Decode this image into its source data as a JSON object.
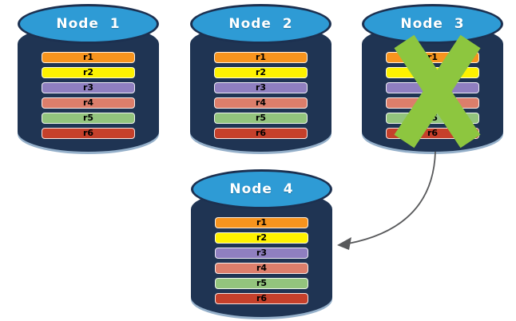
{
  "diagram": {
    "title": "replicated-database-nodes-diagram",
    "colors": {
      "background": "#ffffff",
      "cylinder_body": "#1F3453",
      "cylinder_top": "#2E9BD5",
      "cylinder_border": "#1C3050",
      "title_text": "#ffffff",
      "row_text": "#000000",
      "x_mark": "#8DC63F",
      "arrow": "#58595B"
    },
    "rows": [
      {
        "label": "r1",
        "color": "#F7941E"
      },
      {
        "label": "r2",
        "color": "#FEF200"
      },
      {
        "label": "r3",
        "color": "#8F7FC0"
      },
      {
        "label": "r4",
        "color": "#DC7E6B"
      },
      {
        "label": "r5",
        "color": "#93C47D"
      },
      {
        "label": "r6",
        "color": "#C5402B"
      }
    ],
    "nodes": [
      {
        "id": "node-1",
        "title": "Node  1",
        "failed": false
      },
      {
        "id": "node-2",
        "title": "Node  2",
        "failed": false
      },
      {
        "id": "node-3",
        "title": "Node  3",
        "failed": true
      },
      {
        "id": "node-4",
        "title": "Node  4",
        "failed": false
      }
    ],
    "arrow": {
      "from": "node-3",
      "to": "node-4"
    }
  }
}
